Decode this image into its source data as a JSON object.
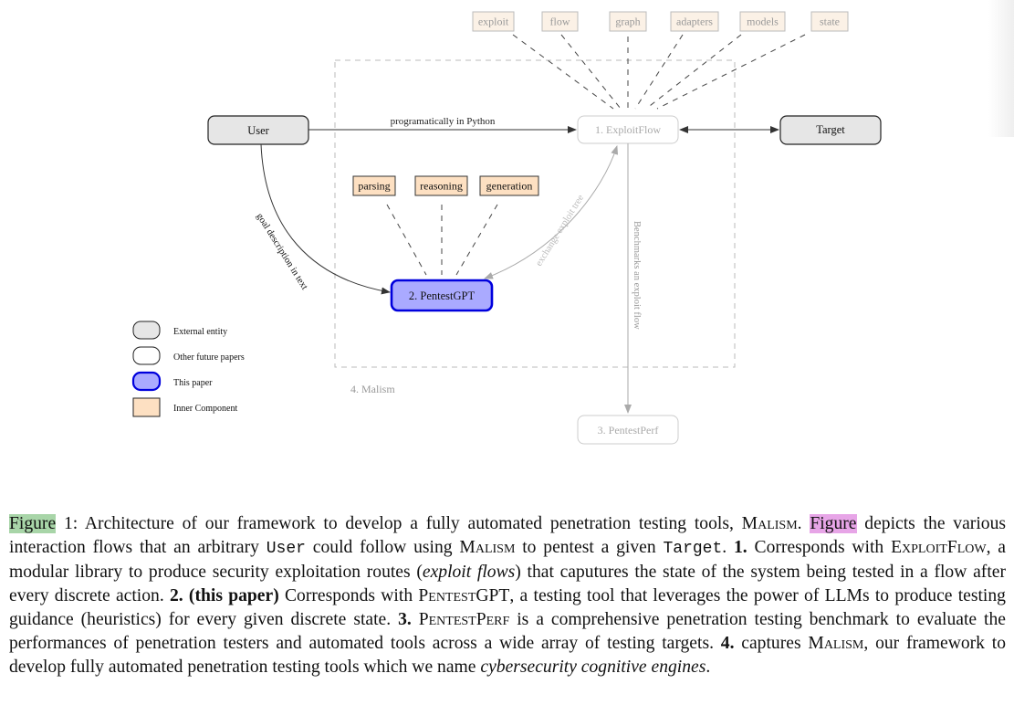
{
  "diagram": {
    "tags_top": [
      "exploit",
      "flow",
      "graph",
      "adapters",
      "models",
      "state"
    ],
    "tags_inner": [
      "parsing",
      "reasoning",
      "generation"
    ],
    "nodes": {
      "user": "User",
      "target": "Target",
      "exploitflow": "1. ExploitFlow",
      "pentestgpt": "2. PentestGPT",
      "pentestperf": "3. PentestPerf",
      "malism": "4. Malism"
    },
    "edge_labels": {
      "python": "programatically in Python",
      "goal": "goal description in text",
      "exchange": "exchange exploit tree",
      "bench": "Benchmarks an exploit flow"
    },
    "legend": [
      "External entity",
      "Other future papers",
      "This paper",
      "Inner Component"
    ],
    "colors": {
      "external_fill": "#e6e6e6",
      "this_paper_fill": "#aaaaff",
      "this_paper_stroke": "#0000dd",
      "inner_fill": "#fde0c2",
      "faded": "#bbbbbb"
    }
  },
  "caption": {
    "fig_word": "Figure",
    "fig_num": " 1: ",
    "s1": "Architecture of our framework to develop a fully automated penetration testing tools, ",
    "malism": "Malism",
    "s2": ". ",
    "fig_word2": "Figure",
    "s3": " depicts the various interaction flows that an arbitrary ",
    "user": "User",
    "s4": " could follow using ",
    "malism2": "Malism",
    "s5": " to pentest a given ",
    "target": "Target",
    "s6": ". ",
    "b1": "1.",
    "s7": " Corresponds with ",
    "exploitflow": "ExploitFlow",
    "s8": ", a modular library to produce security exploitation routes (",
    "i1": "exploit flows",
    "s9": ") that caputures the state of the system being tested in a flow after every discrete action. ",
    "b2": "2. (this paper)",
    "s10": " Corresponds with ",
    "pentestgpt": "PentestGPT",
    "s11": ", a testing tool that leverages the power of LLMs to produce testing guidance (heuristics) for every given discrete state. ",
    "b3": "3.",
    "s12": " ",
    "pentestperf": "PentestPerf",
    "s13": " is a comprehensive penetration testing benchmark to evaluate the performances of penetration testers and automated tools across a wide array of testing targets. ",
    "b4": "4.",
    "s14": " captures ",
    "malism3": "Malism",
    "s15": ", our framework to develop fully automated penetration testing tools which we name ",
    "i2": "cybersecurity cognitive engines",
    "s16": "."
  }
}
